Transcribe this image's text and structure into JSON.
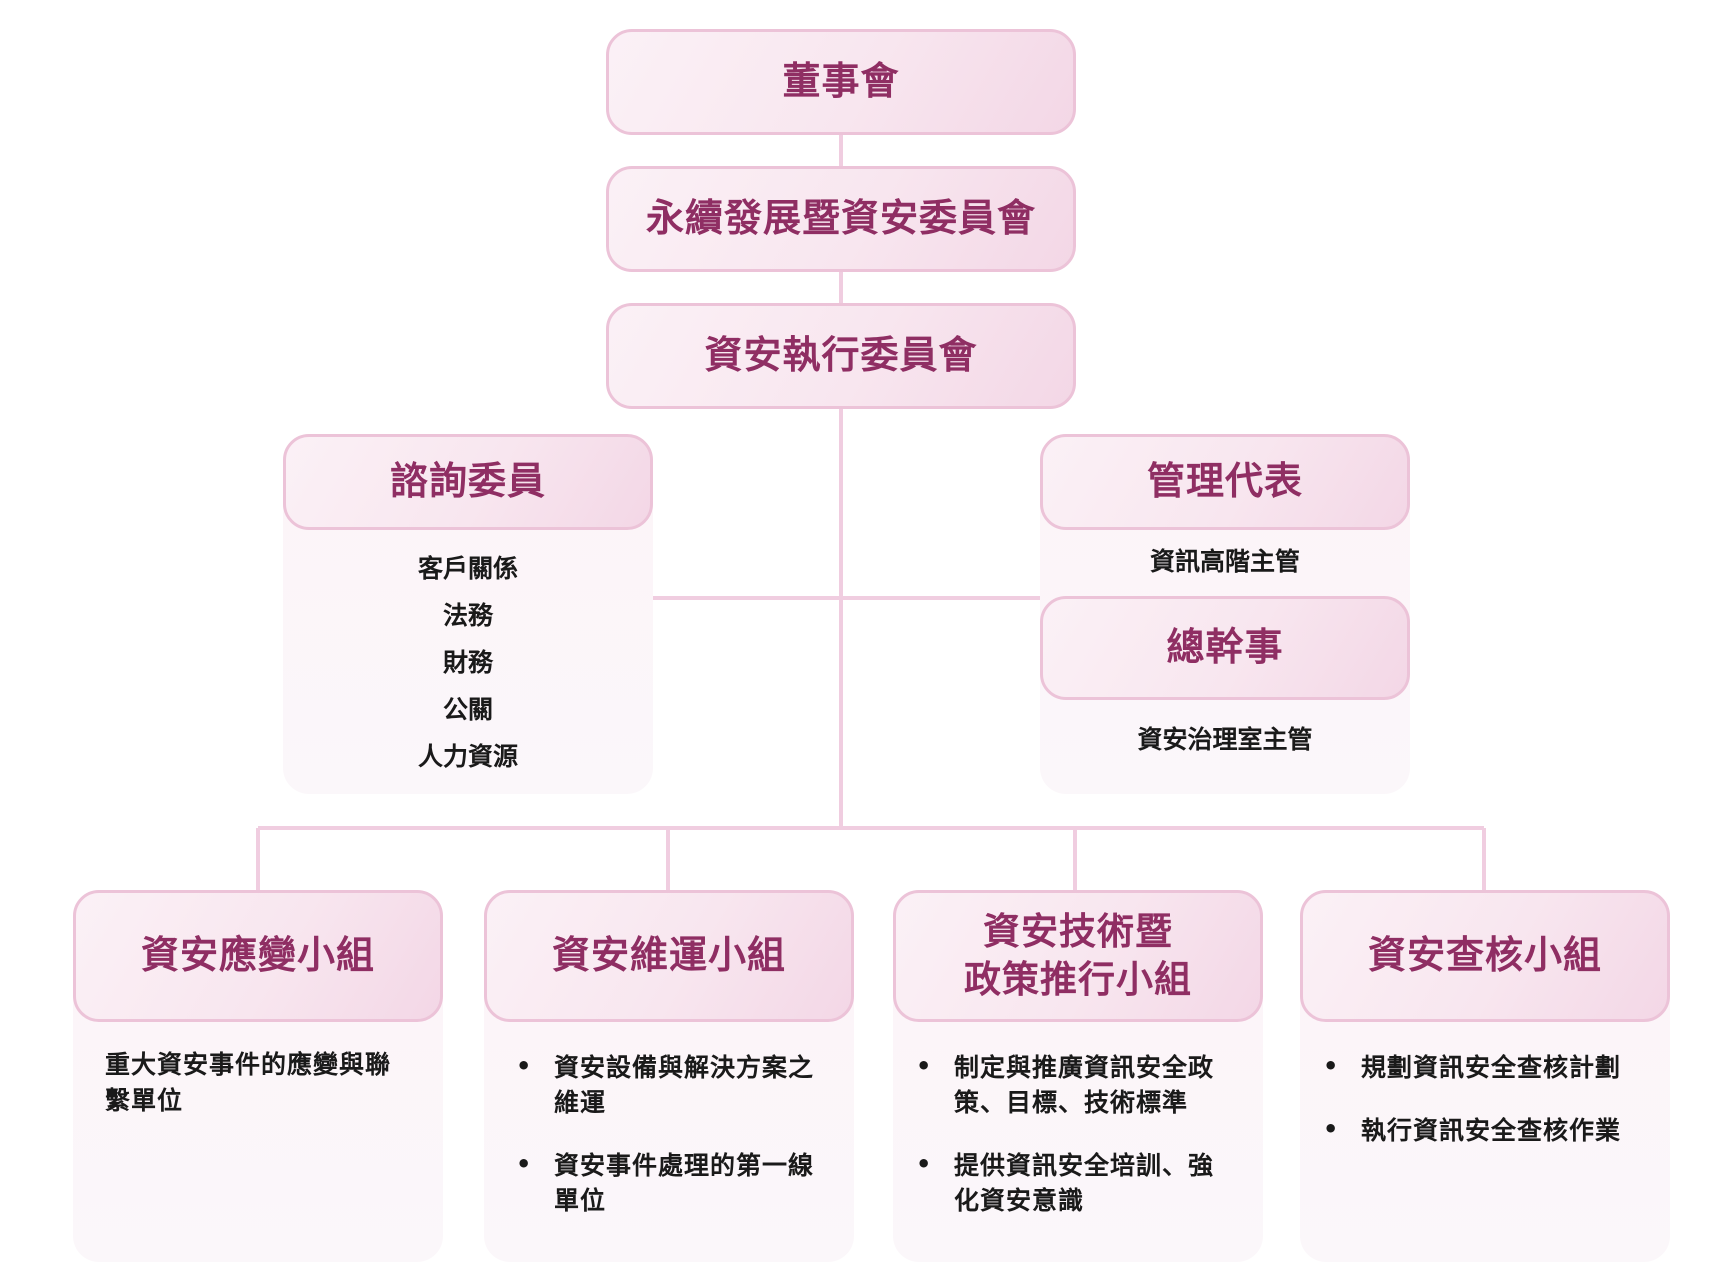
{
  "level1": {
    "title": "董事會"
  },
  "level2": {
    "title": "永續發展暨資安委員會"
  },
  "level3": {
    "title": "資安執行委員會"
  },
  "advisors": {
    "title": "諮詢委員",
    "items": [
      "客戶關係",
      "法務",
      "財務",
      "公關",
      "人力資源"
    ]
  },
  "management_rep": {
    "title": "管理代表",
    "subtitle": "資訊高階主管"
  },
  "secretary": {
    "title": "總幹事",
    "subtitle": "資安治理室主管"
  },
  "groups": [
    {
      "title": "資安應變小組",
      "text": "重大資安事件的應變與聯繫單位"
    },
    {
      "title": "資安維運小組",
      "bullets": [
        "資安設備與解決方案之維運",
        "資安事件處理的第一線單位"
      ]
    },
    {
      "title_line1": "資安技術暨",
      "title_line2": "政策推行小組",
      "bullets": [
        "制定與推廣資訊安全政策、目標、技術標準",
        "提供資訊安全培訓、強化資安意識"
      ]
    },
    {
      "title": "資安查核小組",
      "bullets": [
        "規劃資訊安全查核計劃",
        "執行資訊安全查核作業"
      ]
    }
  ],
  "colors": {
    "border": "#ecc3d8",
    "title_text": "#8f2e63",
    "connector": "#f0cde0",
    "panel_bg": "#fbf5f8"
  }
}
